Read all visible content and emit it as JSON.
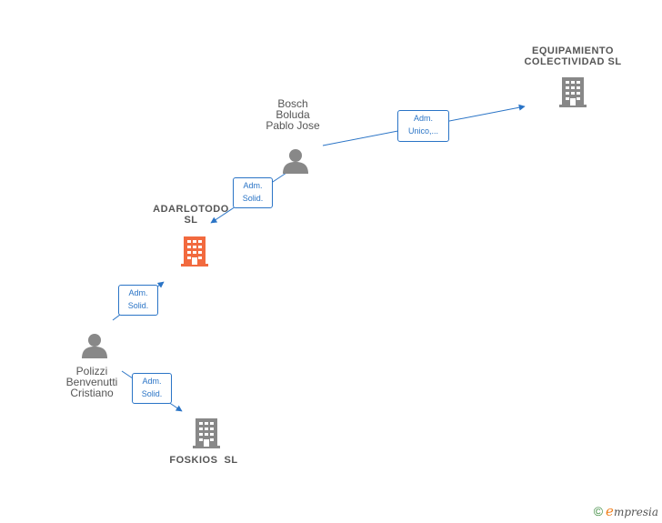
{
  "nodes": {
    "equipamiento": {
      "line1": "EQUIPAMIENTO",
      "line2": "COLECTIVIDAD SL",
      "color": "#888888"
    },
    "adarlotodo": {
      "line1": "ADARLOTODO",
      "line2": "SL",
      "color": "#f26a3f"
    },
    "foskios": {
      "line1": "FOSKIOS  SL",
      "color": "#888888"
    },
    "bosch": {
      "line1": "Bosch",
      "line2": "Boluda",
      "line3": "Pablo Jose",
      "color": "#888888"
    },
    "polizzi": {
      "line1": "Polizzi",
      "line2": "Benvenutti",
      "line3": "Cristiano",
      "color": "#888888"
    }
  },
  "edges": {
    "bosch_equipamiento": {
      "line1": "Adm.",
      "line2": "Unico,..."
    },
    "bosch_adarlotodo": {
      "line1": "Adm.",
      "line2": "Solid."
    },
    "polizzi_adarlotodo": {
      "line1": "Adm.",
      "line2": "Solid."
    },
    "polizzi_foskios": {
      "line1": "Adm.",
      "line2": "Solid."
    }
  },
  "colors": {
    "edge": "#2a74c6"
  },
  "watermark": {
    "copyright": "©",
    "brand_initial": "e",
    "brand_rest": "mpresia"
  }
}
